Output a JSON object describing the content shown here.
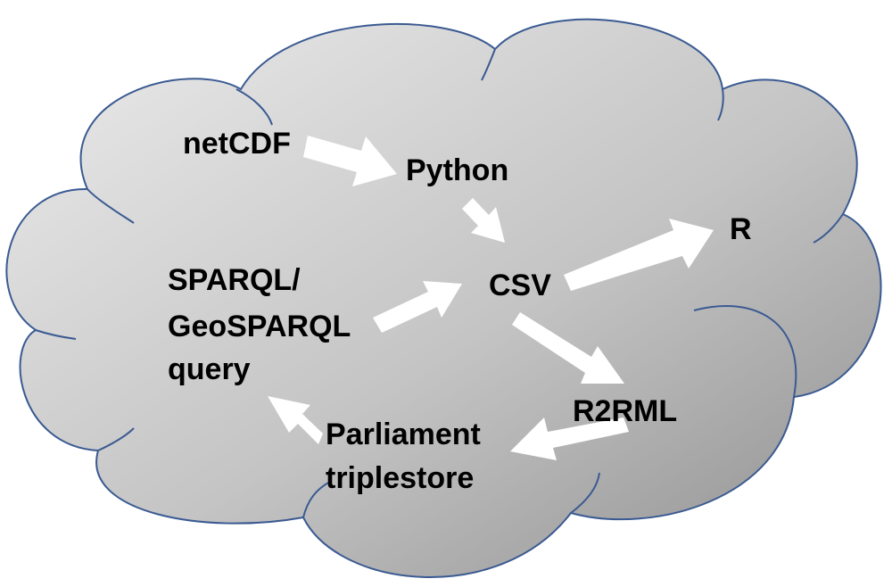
{
  "diagram": {
    "nodes": {
      "netcdf": "netCDF",
      "python": "Python",
      "csv": "CSV",
      "r": "R",
      "sparql_line1": "SPARQL/",
      "sparql_line2": "GeoSPARQL",
      "sparql_line3": "query",
      "r2rml": "R2RML",
      "parliament_line1": "Parliament",
      "parliament_line2": "triplestore"
    },
    "edges": [
      {
        "from": "netCDF",
        "to": "Python"
      },
      {
        "from": "Python",
        "to": "CSV"
      },
      {
        "from": "CSV",
        "to": "R"
      },
      {
        "from": "SPARQL/GeoSPARQL query",
        "to": "CSV"
      },
      {
        "from": "CSV",
        "to": "R2RML"
      },
      {
        "from": "R2RML",
        "to": "Parliament triplestore"
      },
      {
        "from": "Parliament triplestore",
        "to": "SPARQL/GeoSPARQL query"
      }
    ],
    "colors": {
      "cloud_fill_light": "#e8e8e8",
      "cloud_fill_dark": "#9c9c9c",
      "cloud_stroke": "#3a5a92",
      "arrow": "#ffffff",
      "text": "#000000"
    }
  }
}
